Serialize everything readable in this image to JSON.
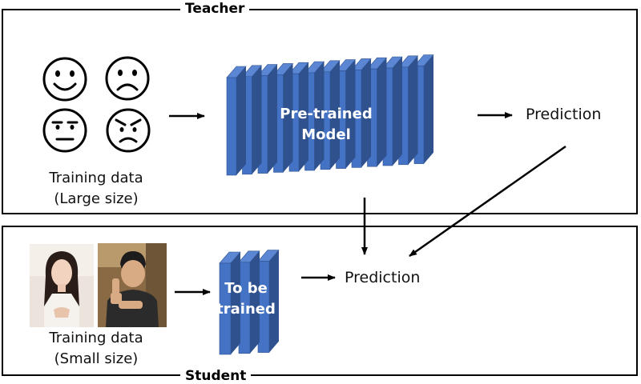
{
  "teacher": {
    "label": "Teacher",
    "model_line1": "Pre-trained",
    "model_line2": "Model",
    "prediction": "Prediction",
    "training_caption_line1": "Training data",
    "training_caption_line2": "(Large size)",
    "faces": [
      "smiling-face-icon",
      "sad-face-icon",
      "neutral-face-icon",
      "angry-face-icon"
    ]
  },
  "student": {
    "label": "Student",
    "model_line1": "To be",
    "model_line2": "trained",
    "prediction": "Prediction",
    "training_caption_line1": "Training data",
    "training_caption_line2": "(Small size)",
    "photos": [
      "woman-portrait-photo",
      "man-thumbs-up-photo"
    ]
  },
  "colors": {
    "layer_front": "#4472c4",
    "layer_side": "#2f528f",
    "layer_top": "#5b86d3",
    "border": "#000000"
  }
}
